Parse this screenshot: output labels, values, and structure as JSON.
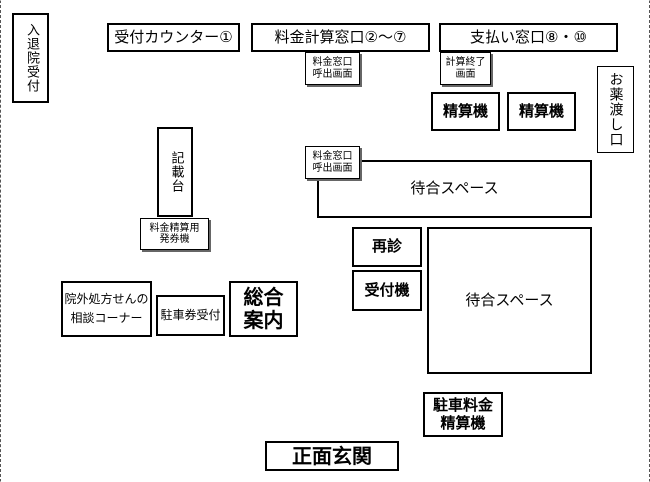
{
  "areas": {
    "admission": "入退院受付",
    "reception": "受付カウンター①",
    "billing_windows": "料金計算窓口②～⑦",
    "payment_windows": "支払い窓口⑧・⑩",
    "billing_call_screen_top": "料金窓口\n呼出画面",
    "calc_done_screen": "計算終了\n画面",
    "pharmacy": "お薬渡し口",
    "pay_machine_1": "精算機",
    "pay_machine_2": "精算機",
    "writing_desk": "記載台",
    "ticket_machine": "料金精算用\n発券機",
    "billing_call_screen_mid": "料金窓口\n呼出画面",
    "waiting_top": "待合スペース",
    "revisit": "再診",
    "reception_machine": "受付機",
    "waiting_main": "待合スペース",
    "prescription_counter": "院外処方せんの\n相談コーナー",
    "parking_ticket": "駐車券受付",
    "info_desk": "総合\n案内",
    "parking_pay": "駐車料金\n精算機",
    "main_entrance": "正面玄関"
  }
}
